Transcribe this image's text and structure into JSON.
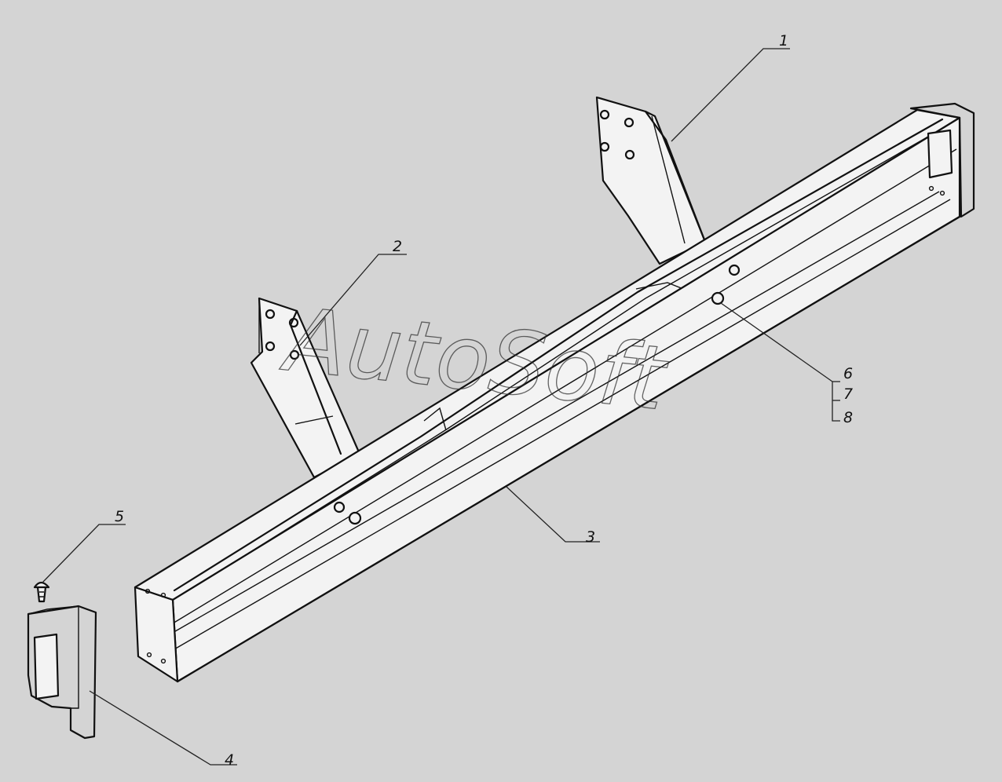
{
  "watermark": "AutoSoft",
  "callouts": {
    "c1": "1",
    "c2": "2",
    "c3": "3",
    "c4": "4",
    "c5": "5",
    "c6": "6",
    "c7": "7",
    "c8": "8"
  },
  "colors": {
    "background": "#d4d4d4",
    "line": "#111111",
    "part_fill": "#f3f3f3",
    "speckle_fill": "#9a9a9a"
  }
}
